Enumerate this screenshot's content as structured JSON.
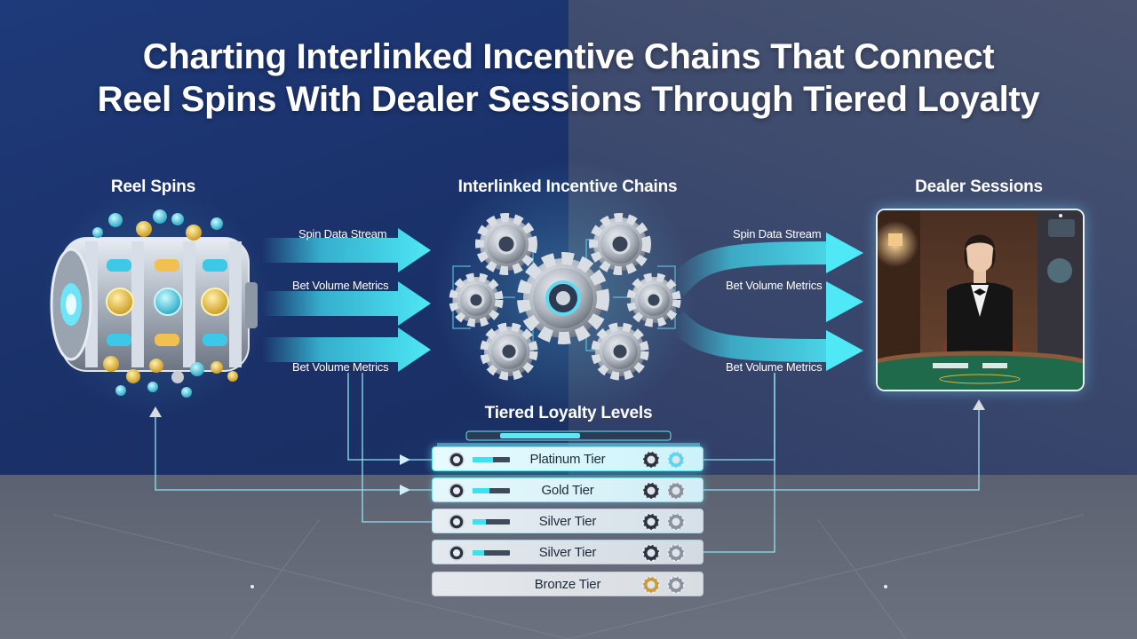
{
  "title": {
    "line1": "Charting Interlinked Incentive Chains That Connect",
    "line2": "Reel Spins With Dealer Sessions Through Tiered Loyalty"
  },
  "columns": {
    "left": "Reel Spins",
    "center": "Interlinked Incentive Chains",
    "right": "Dealer Sessions"
  },
  "left_flows": [
    "Spin Data Stream",
    "Bet Volume Metrics",
    "Bet Volume Metrics"
  ],
  "right_flows": [
    "Spin Data Stream",
    "Bet Volume Metrics",
    "Bet Volume Metrics"
  ],
  "loyalty": {
    "heading": "Tiered Loyalty Levels",
    "tiers": [
      {
        "label": "Platinum Tier",
        "level": 0.55
      },
      {
        "label": "Gold Tier",
        "level": 0.45
      },
      {
        "label": "Silver Tier",
        "level": 0.35
      },
      {
        "label": "Silver Tier",
        "level": 0.3
      },
      {
        "label": "Bronze Tier",
        "level": 0
      }
    ]
  },
  "colors": {
    "accent": "#3fe0f0",
    "navy": "#1f3a7a",
    "slate": "#5f6573"
  },
  "icons": [
    "slot-reel-icon",
    "gear-cluster-icon",
    "casino-dealer-image",
    "poker-chip-icon",
    "medal-icon"
  ]
}
